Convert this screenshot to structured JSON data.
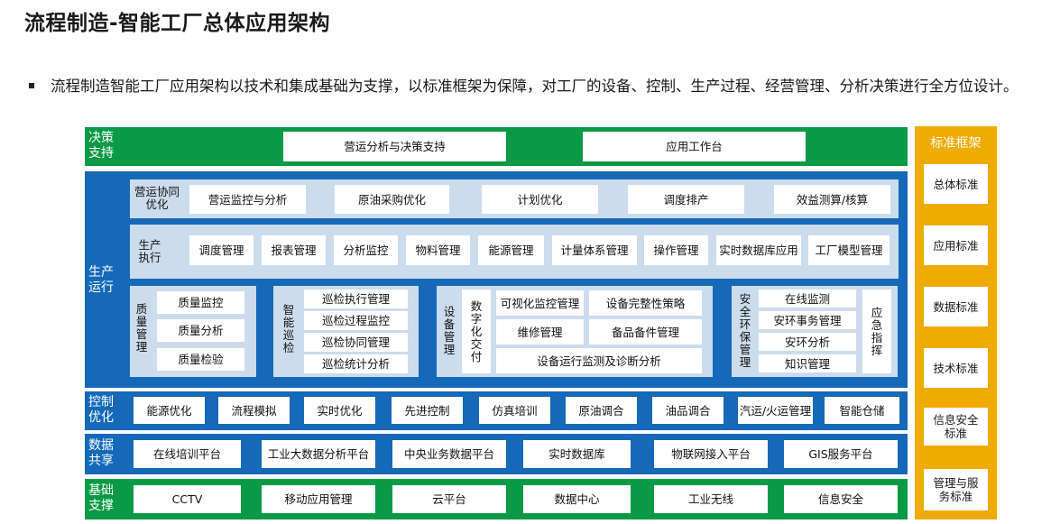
{
  "title": "流程制造-智能工厂总体应用架构",
  "intro": "流程制造智能工厂应用架构以技术和集成基础为支撑，以标准框架为保障，对工厂的设备、控制、生产过程、经营管理、分析决策进行全方位设计。",
  "decision": {
    "label": "决策\n支持",
    "items": [
      "营运分析与决策支持",
      "应用工作台"
    ]
  },
  "production": {
    "label": "生产\n运行",
    "ops_coord": {
      "label": "营运协同\n优化",
      "items": [
        "营运监控与分析",
        "原油采购优化",
        "计划优化",
        "调度排产",
        "效益测算/核算"
      ]
    },
    "prod_exec": {
      "label": "生产\n执行",
      "items": [
        "调度管理",
        "报表管理",
        "分析监控",
        "物料管理",
        "能源管理",
        "计量体系管理",
        "操作管理",
        "实时数据库应用",
        "工厂模型管理"
      ]
    },
    "quality": {
      "label": "质\n量\n管\n理",
      "items": [
        "质量监控",
        "质量分析",
        "质量检验"
      ]
    },
    "patrol": {
      "label": "智\n能\n巡\n检",
      "items": [
        "巡检执行管理",
        "巡检过程监控",
        "巡检协同管理",
        "巡检统计分析"
      ]
    },
    "equipment": {
      "label": "设\n备\n管\n理",
      "digital": "数\n字\n化\n交\n付",
      "items": [
        "可视化监控管理",
        "设备完整性策略",
        "维修管理",
        "备品备件管理",
        "设备运行监测及诊断分析"
      ]
    },
    "safety": {
      "label": "安\n全\n环\n保\n管\n理",
      "items": [
        "在线监测",
        "安环事务管理",
        "安环分析",
        "知识管理"
      ],
      "emergency": "应\n急\n指\n挥"
    }
  },
  "control": {
    "label": "控制\n优化",
    "items": [
      "能源优化",
      "流程模拟",
      "实时优化",
      "先进控制",
      "仿真培训",
      "原油调合",
      "油品调合",
      "汽运/火运管理",
      "智能仓储"
    ]
  },
  "data_share": {
    "label": "数据\n共享",
    "items": [
      "在线培训平台",
      "工业大数据分析平台",
      "中央业务数据平台",
      "实时数据库",
      "物联网接入平台",
      "GIS服务平台"
    ]
  },
  "infra": {
    "label": "基础\n支撑",
    "items": [
      "CCTV",
      "移动应用管理",
      "云平台",
      "数据中心",
      "工业无线",
      "信息安全"
    ]
  },
  "standards": {
    "label": "标准框架",
    "items": [
      "总体标准",
      "应用标准",
      "数据标准",
      "技术标准",
      "信息安全\n标准",
      "管理与服\n务标准"
    ]
  },
  "colors": {
    "blue": "#1569b8",
    "green": "#0a9a45",
    "orange": "#f0ab00",
    "panel": "#ccdcec"
  }
}
